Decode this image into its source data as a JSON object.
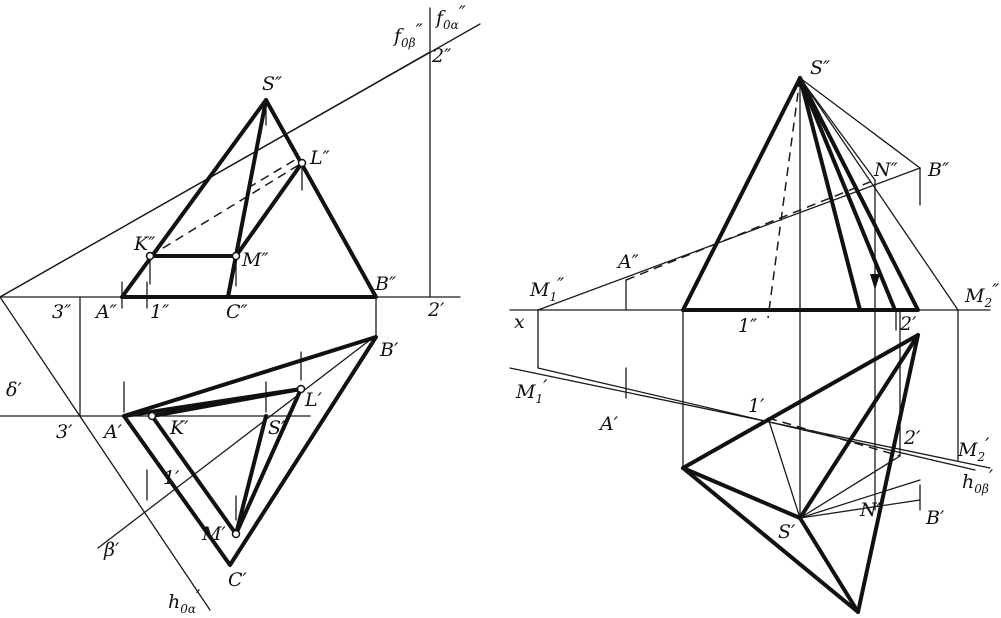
{
  "left": {
    "S2": "S″",
    "L2": "L″",
    "K2": "K″",
    "M2": "M″",
    "B2": "B″",
    "A2": "A″",
    "C2": "C″",
    "p1a": "1″",
    "p2a": "2″",
    "p2b": "2′",
    "p3a": "3″",
    "p3b": "3′",
    "B1": "B′",
    "L1": "L′",
    "S1": "S′",
    "K1": "K′",
    "A1": "A′",
    "M1": "M′",
    "C1": "C′",
    "p1b": "1′",
    "delta": "δ′",
    "beta": "β′",
    "f0a": "f",
    "f0a_sub": "0α",
    "f0a_mark": "″",
    "f0b": "f",
    "f0b_sub": "0β",
    "f0b_mark": "″",
    "h0a": "h",
    "h0a_sub": "0α",
    "h0a_mark": "′"
  },
  "right": {
    "S2": "S″",
    "N2": "N″",
    "B2": "B″",
    "A2": "A″",
    "M1_2": "M",
    "M1_2_sub": "1",
    "M1_2_mark": "″",
    "M2_2": "M",
    "M2_2_sub": "2",
    "M2_2_mark": "″",
    "x": "x",
    "p1a": "1″",
    "p2b": "2′",
    "M1_1": "M",
    "M1_1_sub": "1",
    "M1_1_mark": "′",
    "A1": "A′",
    "p1b": "1′",
    "p2c": "2′",
    "M2_1": "M",
    "M2_1_sub": "2",
    "M2_1_mark": "′",
    "h0b": "h",
    "h0b_sub": "0β",
    "h0b_mark": "′",
    "S1": "S′",
    "N1": "N′",
    "B1": "B′"
  }
}
